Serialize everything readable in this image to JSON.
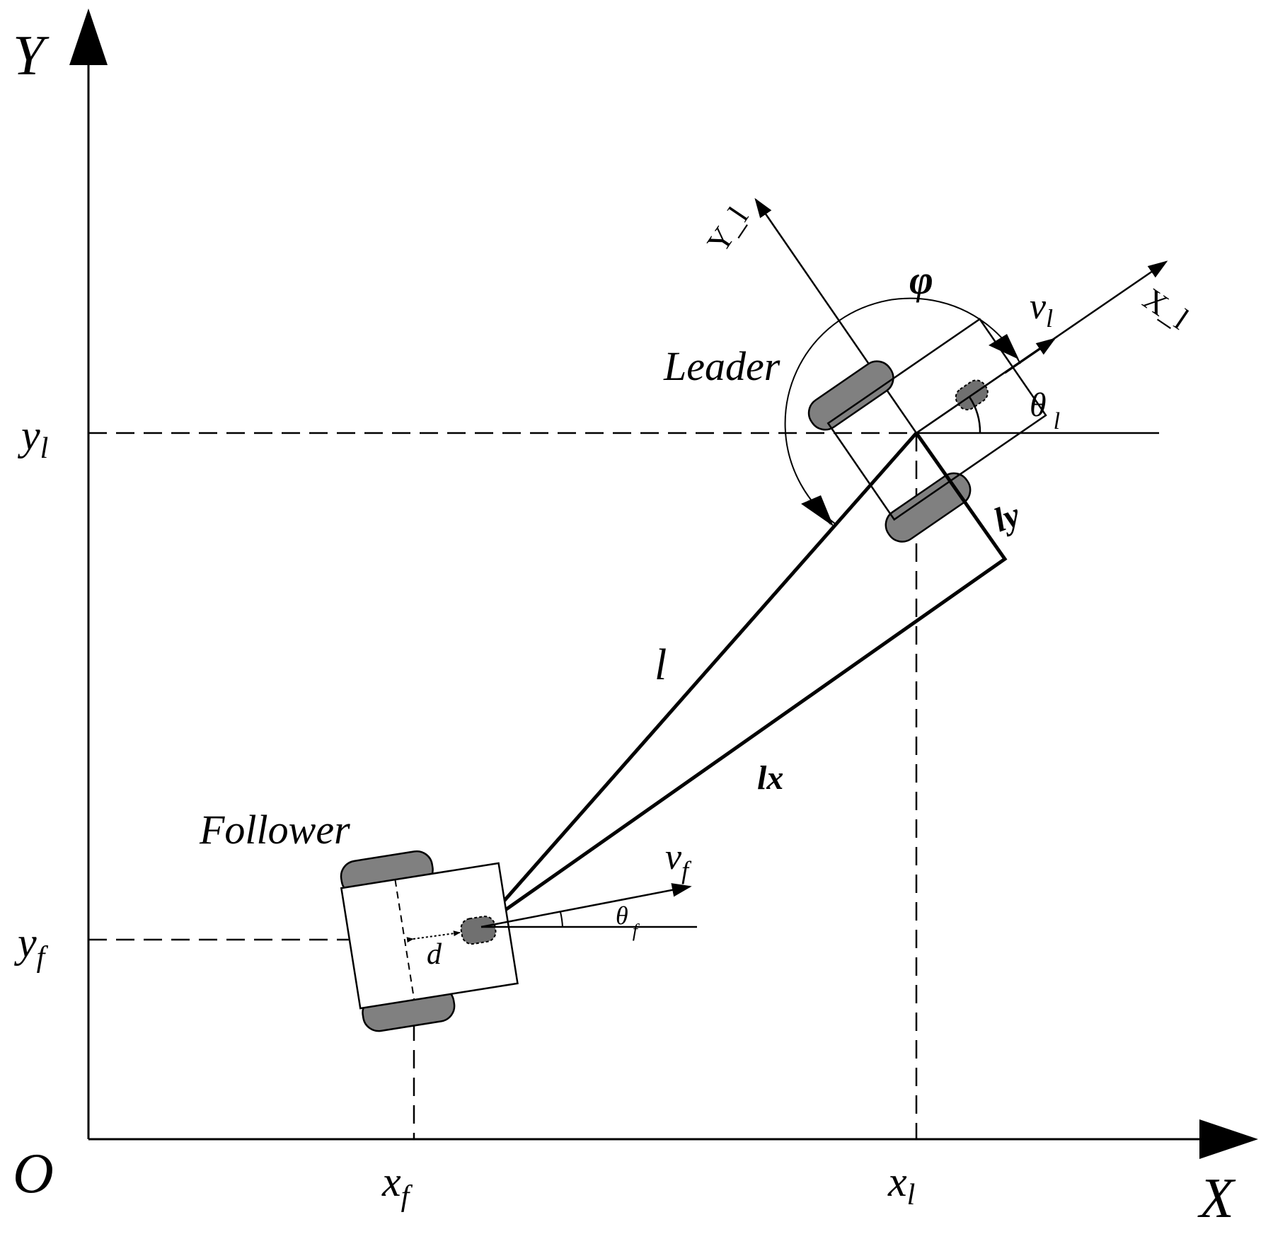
{
  "axes": {
    "x_label": "X",
    "y_label": "Y",
    "origin_label": "O",
    "x_leader": {
      "base": "x",
      "sub": "l"
    },
    "x_follower": {
      "base": "x",
      "sub": "f"
    },
    "y_leader": {
      "base": "y",
      "sub": "l"
    },
    "y_follower": {
      "base": "y",
      "sub": "f"
    }
  },
  "leader": {
    "name": "Leader",
    "local_x_axis": "X_l",
    "local_y_axis": "Y_l",
    "velocity": {
      "base": "v",
      "sub": "l"
    },
    "heading": {
      "base": "θ",
      "sub": "l"
    },
    "bearing_angle": "φ"
  },
  "follower": {
    "name": "Follower",
    "velocity": {
      "base": "v",
      "sub": "f"
    },
    "heading": {
      "base": "θ",
      "sub": "f"
    },
    "offset": "d"
  },
  "relations": {
    "distance": "l",
    "lx": "lx",
    "ly": "ly"
  },
  "colors": {
    "stroke": "#000000",
    "wheel_fill": "#808080",
    "caster_fill": "#707070",
    "background": "#ffffff"
  }
}
